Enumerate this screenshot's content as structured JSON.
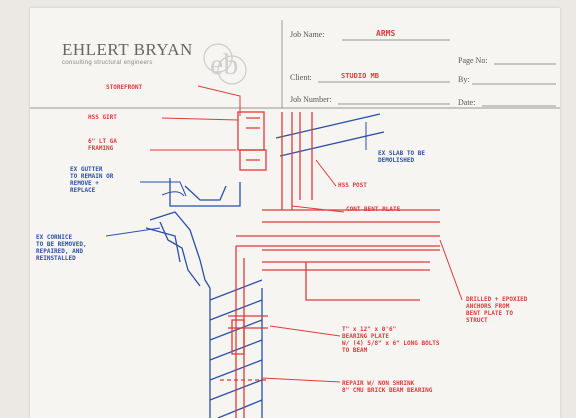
{
  "title_block": {
    "firm_name": "EHLERT BRYAN",
    "firm_tagline": "consulting structural engineers",
    "logo_letters": "eb",
    "job_name_label": "Job Name:",
    "job_name_value": "ARMS",
    "page_no_label": "Page No:",
    "client_label": "Client:",
    "client_value": "STUDIO MB",
    "by_label": "By:",
    "job_number_label": "Job Number:",
    "date_label": "Date:"
  },
  "annotations": [
    {
      "id": "storefront",
      "text": "STOREFRONT",
      "color": "red"
    },
    {
      "id": "hss-girt",
      "text": "HSS GIRT",
      "color": "red"
    },
    {
      "id": "cfs-framing",
      "text": "6\" LT GA\nFRAMING",
      "color": "red"
    },
    {
      "id": "gutter",
      "text": "EX GUTTER\nTO REMAIN OR\nREMOVE +\nREPLACE",
      "color": "blue"
    },
    {
      "id": "cornice",
      "text": "EX CORNICE\nTO BE REMOVED,\nREPAIRED, AND\nREINSTALLED",
      "color": "blue"
    },
    {
      "id": "slab",
      "text": "EX SLAB TO BE\nDEMOLISHED",
      "color": "blue"
    },
    {
      "id": "hss-post",
      "text": "HSS POST",
      "color": "red"
    },
    {
      "id": "bent-plate",
      "text": "CONT BENT PLATE",
      "color": "red"
    },
    {
      "id": "drilled-anchors",
      "text": "DRILLED + EPOXIED\nANCHORS FROM\nBENT PLATE TO\nSTRUCT",
      "color": "red"
    },
    {
      "id": "bearing-plate",
      "text": "T\" x 12\" x 0'6\"\nBEARING PLATE\nW/ (4) 5/8\" x 6\" LONG BOLTS\nTO BEAM",
      "color": "red"
    },
    {
      "id": "repair-bearing",
      "text": "REPAIR W/ NON SHRINK\n8\" CMU BRICK BEAM BEARING",
      "color": "red"
    }
  ],
  "colors": {
    "paper": "#f6f5f1",
    "background": "#ece9e4",
    "ink_red": "#e03a3a",
    "ink_blue": "#2b4fa8",
    "print": "#555555"
  }
}
